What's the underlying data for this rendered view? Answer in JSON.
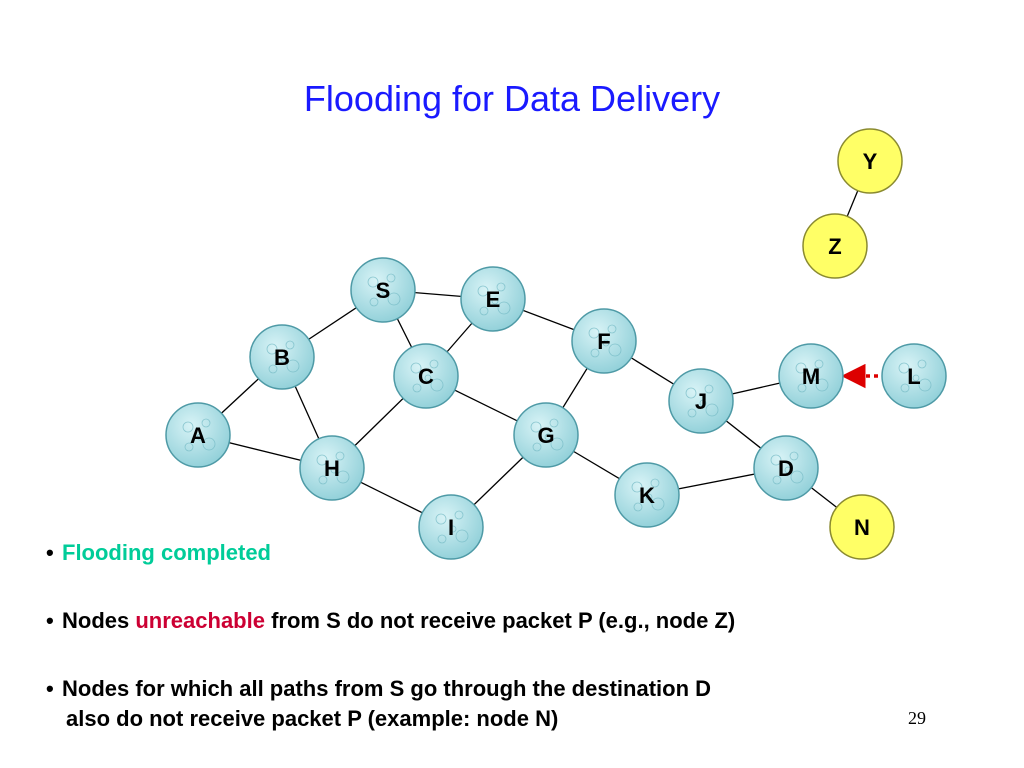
{
  "slide": {
    "title": "Flooding for Data Delivery",
    "page_number": "29"
  },
  "colors": {
    "title": "#1a1aff",
    "node_fill": "#a8dfe6",
    "node_stroke": "#4e9aa6",
    "unreached_fill": "#ffff66",
    "unreached_stroke": "#8a8a30",
    "edge": "#000000",
    "arrow": "#dd0000",
    "highlight_green": "#00cc99",
    "highlight_red": "#cc0033"
  },
  "nodes": [
    {
      "id": "S",
      "label": "S",
      "state": "reached"
    },
    {
      "id": "E",
      "label": "E",
      "state": "reached"
    },
    {
      "id": "F",
      "label": "F",
      "state": "reached"
    },
    {
      "id": "B",
      "label": "B",
      "state": "reached"
    },
    {
      "id": "C",
      "label": "C",
      "state": "reached"
    },
    {
      "id": "M",
      "label": "M",
      "state": "reached"
    },
    {
      "id": "L",
      "label": "L",
      "state": "reached"
    },
    {
      "id": "J",
      "label": "J",
      "state": "reached"
    },
    {
      "id": "A",
      "label": "A",
      "state": "reached"
    },
    {
      "id": "G",
      "label": "G",
      "state": "reached"
    },
    {
      "id": "H",
      "label": "H",
      "state": "reached"
    },
    {
      "id": "D",
      "label": "D",
      "state": "reached"
    },
    {
      "id": "K",
      "label": "K",
      "state": "reached"
    },
    {
      "id": "I",
      "label": "I",
      "state": "reached"
    },
    {
      "id": "N",
      "label": "N",
      "state": "unreached"
    },
    {
      "id": "Y",
      "label": "Y",
      "state": "unreached"
    },
    {
      "id": "Z",
      "label": "Z",
      "state": "unreached"
    }
  ],
  "edges": [
    [
      "S",
      "E"
    ],
    [
      "S",
      "B"
    ],
    [
      "S",
      "C"
    ],
    [
      "E",
      "C"
    ],
    [
      "E",
      "F"
    ],
    [
      "B",
      "A"
    ],
    [
      "B",
      "H"
    ],
    [
      "A",
      "H"
    ],
    [
      "C",
      "H"
    ],
    [
      "C",
      "G"
    ],
    [
      "H",
      "I"
    ],
    [
      "I",
      "G"
    ],
    [
      "G",
      "F"
    ],
    [
      "G",
      "K"
    ],
    [
      "F",
      "J"
    ],
    [
      "J",
      "M"
    ],
    [
      "J",
      "D"
    ],
    [
      "K",
      "D"
    ],
    [
      "D",
      "N"
    ],
    [
      "Y",
      "Z"
    ]
  ],
  "arrows": [
    {
      "from": "L",
      "to": "M",
      "style": "dotted"
    }
  ],
  "bullets": [
    {
      "parts": [
        {
          "text": "Flooding completed",
          "style": "green"
        }
      ]
    },
    {
      "parts": [
        {
          "text": "Nodes ",
          "style": "plain"
        },
        {
          "text": "unreachable",
          "style": "red"
        },
        {
          "text": " from S do not receive packet P (e.g., node Z)",
          "style": "plain"
        }
      ]
    },
    {
      "parts": [
        {
          "text": "Nodes for which all paths from S go through the destination D",
          "style": "plain"
        }
      ],
      "continuation": "also do not receive packet P (example: node N)"
    }
  ]
}
